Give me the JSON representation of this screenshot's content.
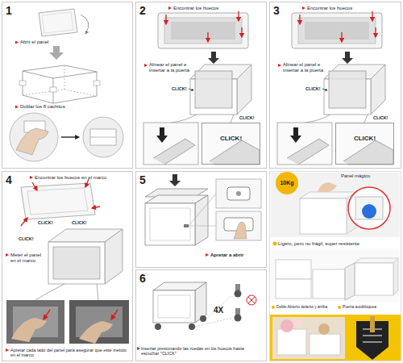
{
  "diagram": {
    "nodes": [
      {
        "text": [
          "1",
          "Abrir el panel",
          "Doblar los 8 cachitos"
        ]
      },
      {
        "text": [
          "2",
          "Encontrar los huecos",
          "Alinear el panel e insertar a la puerta",
          "CLICK!",
          "CLICK!"
        ]
      },
      {
        "text": [
          "CLICK!"
        ],
        "in": 1
      },
      {
        "text": [
          "3",
          "Encontrar los huecos",
          "Alinear el panel e insertar a la puerta",
          "CLICK!",
          "CLICK!"
        ]
      },
      {
        "text": [
          "CLICK!"
        ],
        "in": 3
      },
      {
        "text": [
          "4",
          "Encontrar los huecos en el marco",
          "Meter el panel en el marco",
          "CLICK!",
          "CLICK!",
          "CLICK!",
          "Apretar cada lado del panel para asegurar que esté metido en el marco"
        ]
      },
      {
        "text": [
          "5",
          "Apretar a abrir"
        ]
      },
      {
        "text": [
          "6",
          "4X",
          "Insertar presionando las ruedas en los huecos hasta escuchar \"CLICK\""
        ]
      },
      {
        "text": [
          "10Kg",
          "Panel mágico",
          "Ligero, pero no frágil, super resistente",
          "Doble Abierto delante y arriba",
          "Puerta autobloquea"
        ]
      }
    ]
  }
}
